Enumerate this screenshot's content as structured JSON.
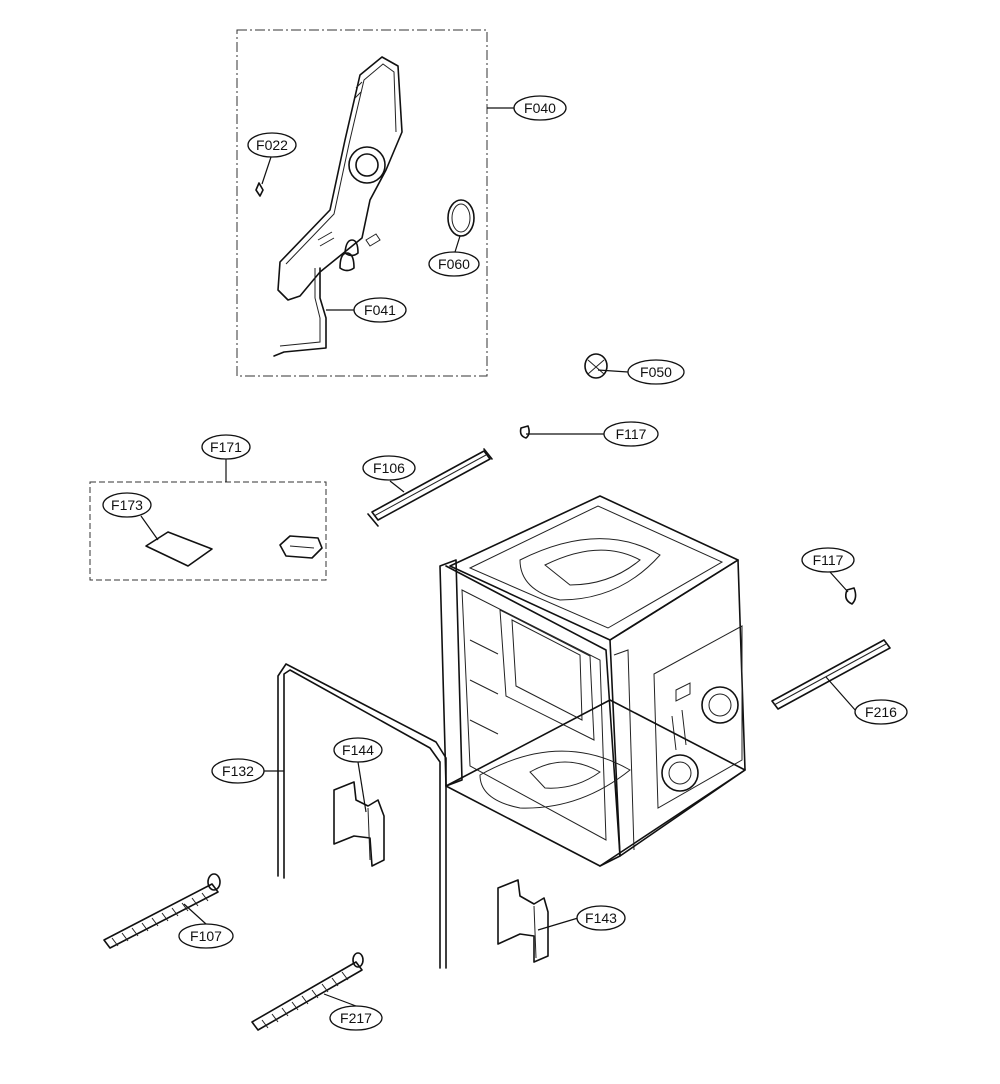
{
  "callouts": {
    "f040": "F040",
    "f022": "F022",
    "f060": "F060",
    "f041": "F041",
    "f050": "F050",
    "f117_top": "F117",
    "f171": "F171",
    "f173": "F173",
    "f106": "F106",
    "f117_right": "F117",
    "f216": "F216",
    "f132": "F132",
    "f144": "F144",
    "f107": "F107",
    "f143": "F143",
    "f217": "F217"
  }
}
